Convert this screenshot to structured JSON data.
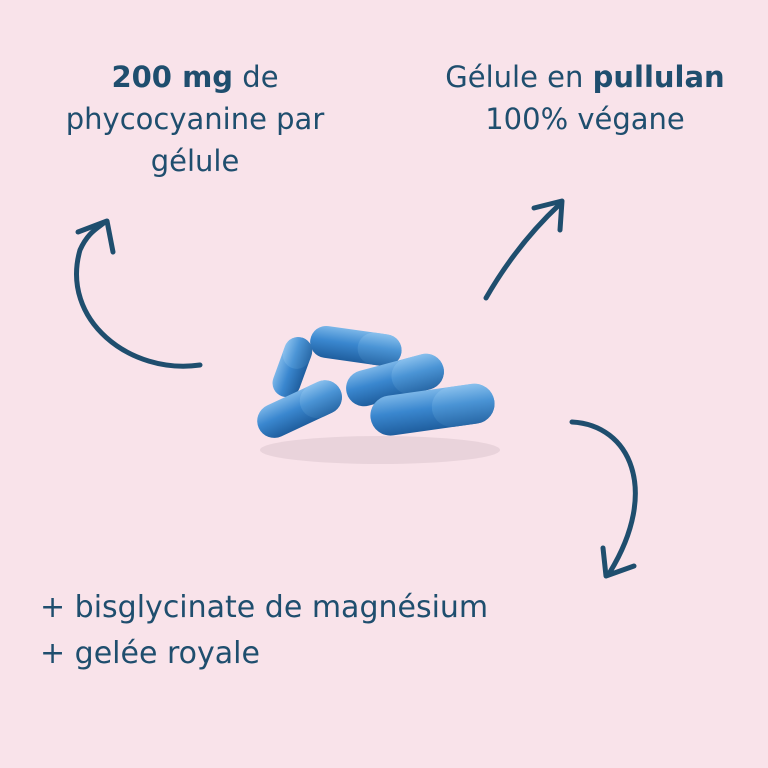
{
  "colors": {
    "background": "#f9e3ea",
    "text": "#1f4e6e",
    "capsule_blue": "#3d8fd0"
  },
  "top_left": {
    "bold": "200 mg",
    "line1_rest": " de",
    "line2": "phycocyanine par",
    "line3": "gélule"
  },
  "top_right": {
    "line1_prefix": "Gélule en ",
    "line1_bold": "pullulan",
    "line2": "100% végane"
  },
  "bottom": {
    "line1": "+ bisglycinate de magnésium",
    "line2": "+ gelée royale"
  },
  "icons": [
    "curved-arrow-icon",
    "straight-arrow-icon",
    "capsules-image"
  ]
}
